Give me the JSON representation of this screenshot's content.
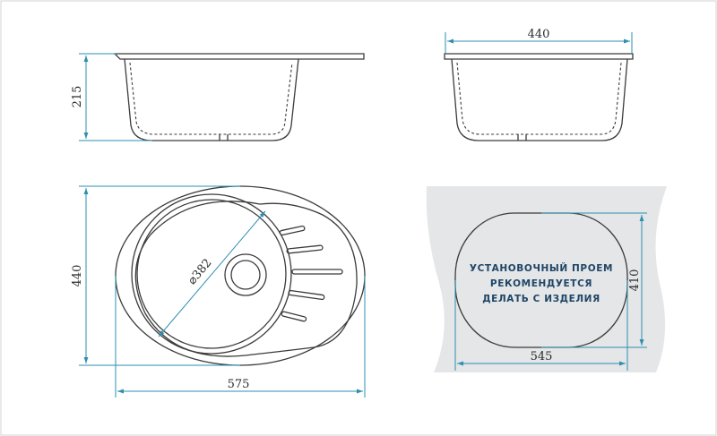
{
  "dimensions": {
    "side_height": "215",
    "front_width": "440",
    "top_height": "440",
    "top_width": "575",
    "bowl_diameter": "⌀382",
    "cutout_width": "545",
    "cutout_height": "410"
  },
  "cutout_note": {
    "line1": "УСТАНОВОЧНЫЙ ПРОЕМ",
    "line2": "РЕКОМЕНДУЕТСЯ",
    "line3": "ДЕЛАТЬ С ИЗДЕЛИЯ"
  },
  "colors": {
    "dimension_line": "#2e8fb0",
    "outline": "#3b3b3b",
    "countertop": "#e4e6e8",
    "note_text": "#1f4566"
  }
}
